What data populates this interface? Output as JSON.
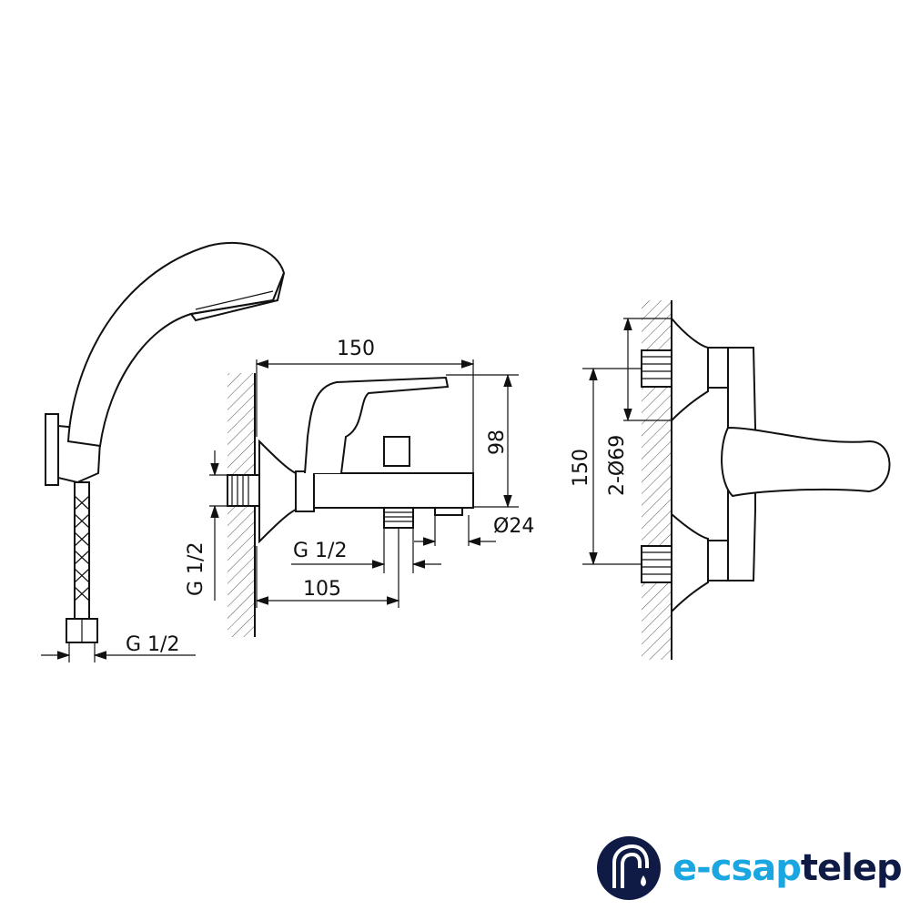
{
  "dimensions": {
    "width_total": "150",
    "height": "98",
    "spout_diameter": "Ø24",
    "inlet_thread_side": "G 1/2",
    "outlet_thread": "G 1/2",
    "inlet_offset": "105",
    "hose_thread": "G 1/2",
    "center_distance": "150",
    "flange_diameter": "2-Ø69"
  },
  "logo": {
    "prefix": "e-csap",
    "suffix": "telep",
    "prefix_color": "#1aa6e0",
    "suffix_color": "#0f1a45"
  }
}
